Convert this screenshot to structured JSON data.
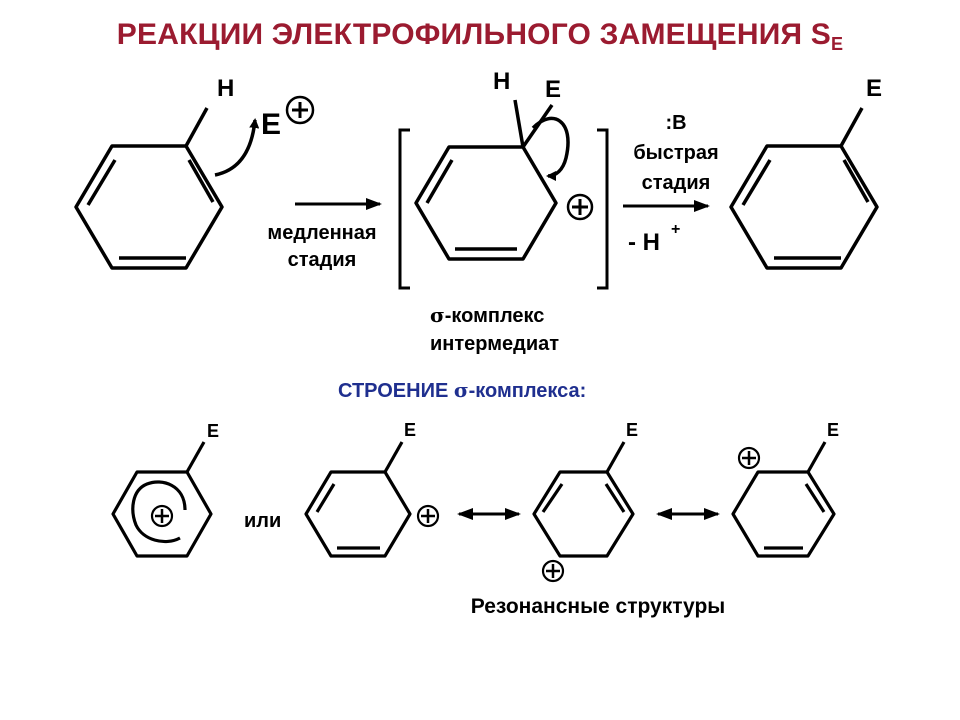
{
  "slide": {
    "title_main": "РЕАКЦИИ ЭЛЕКТРОФИЛЬНОГО ЗАМЕЩЕНИЯ S",
    "title_sub": "E"
  },
  "reaction": {
    "h1": "H",
    "e_plus": "E",
    "plus": "+",
    "slow_line1": "медленная",
    "slow_line2": "стадия",
    "h2": "H",
    "e2": "E",
    "base": ":B",
    "fast_line1": "быстрая",
    "fast_line2": "стадия",
    "minus_h": "- H",
    "h_plus_sup": "+",
    "e3": "E",
    "sigma": "σ",
    "sigma_line1": "-комплекс",
    "sigma_line2": "интермедиат"
  },
  "structure": {
    "heading_prefix": "СТРОЕНИЕ ",
    "heading_sigma": "σ",
    "heading_suffix": "-комплекса:",
    "heading_color": "#1f2f8f",
    "or_label": "или",
    "e_label": "E",
    "plus": "+",
    "resonance_label": "Резонансные структуры"
  }
}
